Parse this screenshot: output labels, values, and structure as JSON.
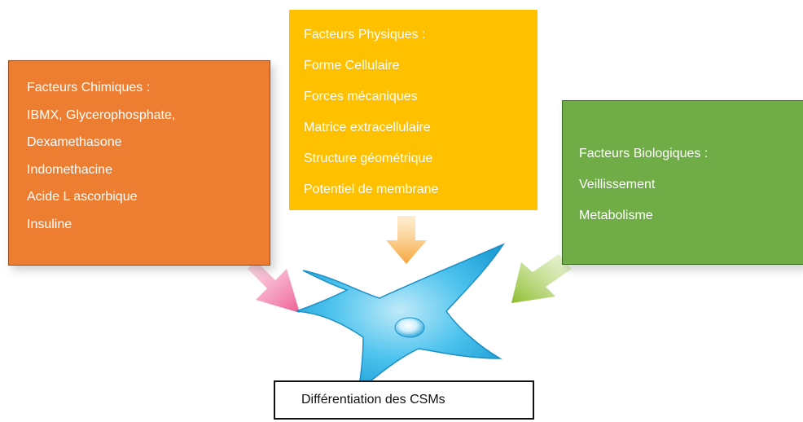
{
  "chemical_factors": {
    "title": "Facteurs Chimiques :",
    "items": [
      "IBMX, Glycerophosphate,",
      "Dexamethasone",
      "Indomethacine",
      "Acide L ascorbique",
      "Insuline"
    ]
  },
  "physical_factors": {
    "title": "Facteurs Physiques :",
    "items": [
      "Forme Cellulaire",
      "Forces mécaniques",
      "Matrice extracellulaire",
      "Structure géométrique",
      "Potentiel de membrane"
    ]
  },
  "biological_factors": {
    "title": "Facteurs Biologiques :",
    "items": [
      "Veillissement",
      "Metabolisme"
    ]
  },
  "center": {
    "caption": "Différentiation des CSMs"
  },
  "colors": {
    "chemical": "#ed7d31",
    "physical": "#ffc000",
    "biological": "#70ad47",
    "cell": "#39b7e6",
    "arrow_pink": "#f06c9b",
    "arrow_yellow": "#f7b24a",
    "arrow_green": "#9bc53d"
  }
}
